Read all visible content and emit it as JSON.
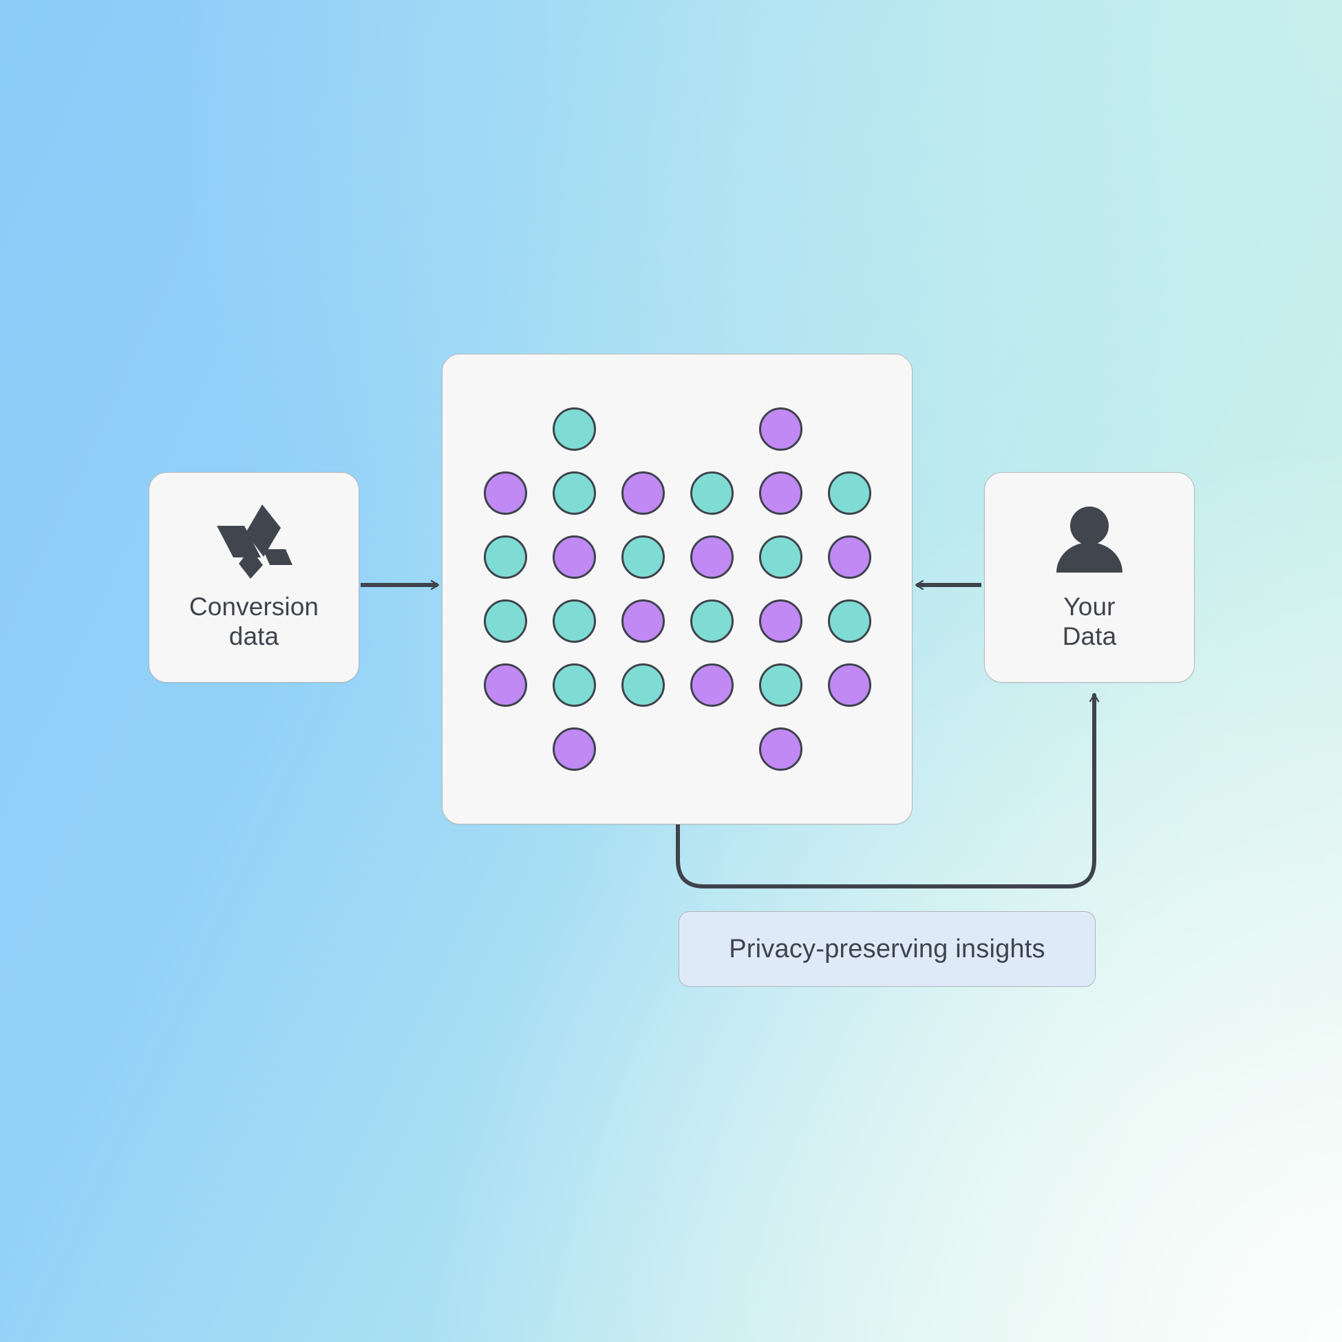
{
  "background": {
    "gradient_from": "#8ccbf9",
    "gradient_mid": "#b0e3f2",
    "gradient_to": "#e1f2ea"
  },
  "theme": {
    "card_bg": "#f7f7f7",
    "card_border": "#b9b9b9",
    "text_color": "#3f434c",
    "stroke_color": "#3f434c",
    "dot_teal": "#7fdcd4",
    "dot_purple": "#c089f4",
    "pill_bg": "#dfeaf9",
    "pill_border": "#b0b5bd"
  },
  "cards": {
    "conversion": {
      "label": "Conversion\ndata",
      "icon": "brand-diamond-logo-icon"
    },
    "your_data": {
      "label": "Your\nData",
      "icon": "person-avatar-icon"
    }
  },
  "clean_room": {
    "name": "clean-room-panel",
    "columns": 6,
    "rows": 6,
    "legend": {
      "teal": "conversion-data-record",
      "purple": "your-data-record"
    },
    "grid": [
      [
        "empty",
        "teal",
        "empty",
        "empty",
        "purple",
        "empty"
      ],
      [
        "purple",
        "teal",
        "purple",
        "teal",
        "purple",
        "teal"
      ],
      [
        "teal",
        "purple",
        "teal",
        "purple",
        "teal",
        "purple"
      ],
      [
        "teal",
        "teal",
        "purple",
        "teal",
        "purple",
        "teal"
      ],
      [
        "purple",
        "teal",
        "teal",
        "purple",
        "teal",
        "purple"
      ],
      [
        "empty",
        "purple",
        "empty",
        "empty",
        "purple",
        "empty"
      ]
    ]
  },
  "insights_pill": {
    "label": "Privacy-preserving insights"
  },
  "connectors": [
    {
      "name": "conversion-to-cleanroom-arrow",
      "direction": "right"
    },
    {
      "name": "yourdata-to-cleanroom-arrow",
      "direction": "left"
    },
    {
      "name": "cleanroom-to-yourdata-insights-arrow",
      "direction": "up"
    }
  ]
}
